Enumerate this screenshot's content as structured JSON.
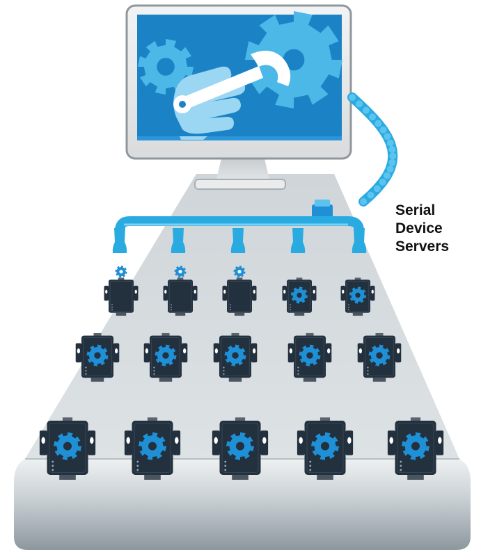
{
  "label": {
    "lines": [
      "Serial",
      "Device",
      "Servers"
    ]
  },
  "devices": {
    "rows": [
      {
        "count": 5,
        "gear_on_top_count": 3
      },
      {
        "count": 5
      },
      {
        "count": 5
      }
    ]
  },
  "colors": {
    "monitor_bezel": "#e6e7e8",
    "screen": "#1b83c5",
    "gear_light": "#4cb8e8",
    "hand": "#9bd6f2",
    "conveyor": "#d4d9dc",
    "conveyor_edge": "#9ea8ae",
    "pipe": "#29abe2",
    "device_body": "#23303d",
    "device_gear": "#1f8fd6"
  },
  "icons": {
    "screen_gears": "gear-icon",
    "wrench": "wrench-icon",
    "hand": "hand-icon",
    "device_gear": "gear-icon"
  }
}
